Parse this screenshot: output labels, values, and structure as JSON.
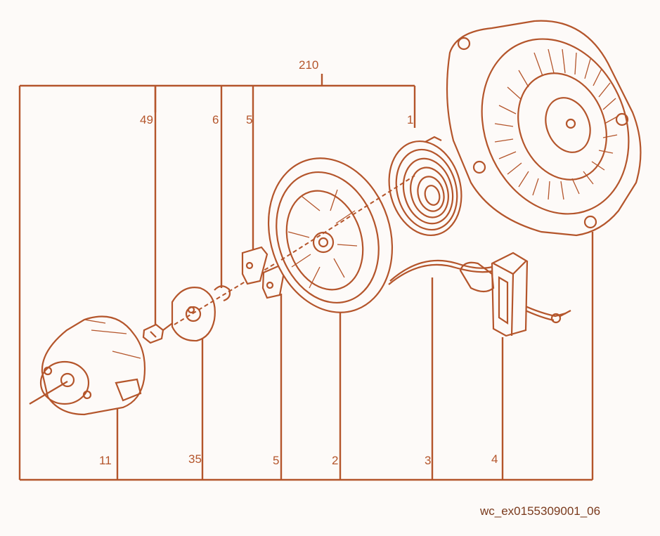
{
  "diagram": {
    "assembly_label": "210",
    "top_labels": [
      "49",
      "6",
      "5",
      "1"
    ],
    "bottom_labels": [
      "11",
      "35",
      "5",
      "2",
      "3",
      "4"
    ],
    "reference_code": "wc_ex0155309001_06",
    "line_color": "#b4552b"
  }
}
